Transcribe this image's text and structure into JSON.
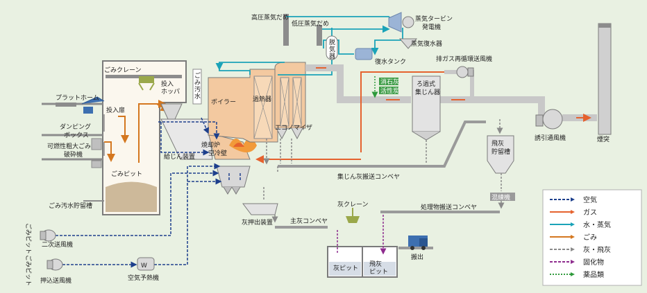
{
  "labels": {
    "high_pressure_drum": "高圧蒸気だめ",
    "low_pressure_drum": "低圧蒸気だめ",
    "steam_turbine_generator": [
      "蒸気タービン",
      "発電機"
    ],
    "condenser": "蒸気復水器",
    "deaerator": [
      "脱",
      "気",
      "器"
    ],
    "condensate_tank": "復水タンク",
    "exhaust_recirc_fan": "排ガス再循環送風機",
    "slaked_lime": "消石灰",
    "activated_carbon": "活性炭",
    "bag_filter": [
      "ろ過式",
      "集じん器"
    ],
    "induced_draft_fan": "誘引通風機",
    "chimney": "煙突",
    "crane": "ごみクレーン",
    "hopper": [
      "投入",
      "ホッパ"
    ],
    "wastewater": [
      "ご",
      "み",
      "汚",
      "水"
    ],
    "boiler": "ボイラー",
    "superheater": "過熱器",
    "economizer": "エコノマイザ",
    "platform": "プラットホーム",
    "loading_door": "投入扉",
    "dumping_box": [
      "ダンピング",
      "ボックス"
    ],
    "crusher": [
      "可燃性粗大ごみ",
      "破砕機"
    ],
    "feeder": "給じん装置",
    "furnace": [
      "焼却炉",
      "空冷壁"
    ],
    "pit": "ごみピット",
    "pit_water": "ごみ汚水貯留槽",
    "dust_conveyor": "集じん灰搬送コンベヤ",
    "fly_ash_tank": [
      "飛灰",
      "貯留槽"
    ],
    "kneader": "混練機",
    "ash_crane": "灰クレーン",
    "treated_conveyor": "処理物搬送コンベヤ",
    "ash_extractor": "灰押出装置",
    "main_ash_conveyor": "主灰コンベヤ",
    "ash_pit": "灰ピット",
    "fly_ash_pit": [
      "飛灰",
      "ピット"
    ],
    "carry_out": "搬出",
    "pit_side_a": "ごみピット",
    "pit_side_b": "ごみピット",
    "secondary_fan": "二次送風機",
    "primary_fan": "押込送風機",
    "air_preheater": "空気予熱機",
    "preheater_symbol": "W"
  },
  "legend": [
    {
      "label": "空気",
      "color": "#1d3f8c",
      "style": "dash"
    },
    {
      "label": "ガス",
      "color": "#e5622e",
      "style": "solid"
    },
    {
      "label": "水・蒸気",
      "color": "#1aa3b8",
      "style": "solid"
    },
    {
      "label": "ごみ",
      "color": "#d4771f",
      "style": "solid"
    },
    {
      "label": "灰・飛灰",
      "color": "#8a8a8a",
      "style": "dash"
    },
    {
      "label": "固化物",
      "color": "#8e2c8e",
      "style": "dash"
    },
    {
      "label": "薬品類",
      "color": "#2f9a3c",
      "style": "dot"
    }
  ]
}
